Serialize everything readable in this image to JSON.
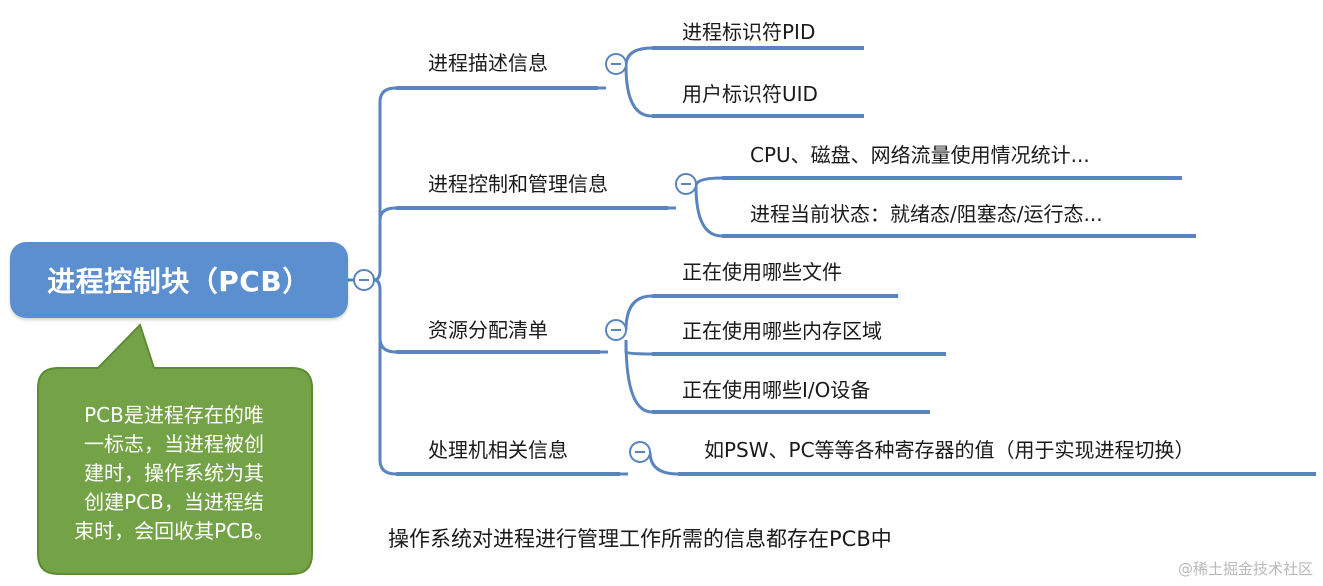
{
  "root": {
    "label": "进程控制块（PCB）"
  },
  "callout": {
    "text": "PCB是进程存在的唯\n一标志，当进程被创\n建时，操作系统为其\n创建PCB，当进程结\n束时，会回收其PCB。"
  },
  "branches": [
    {
      "label": "进程描述信息",
      "children": [
        "进程标识符PID",
        "用户标识符UID"
      ]
    },
    {
      "label": "进程控制和管理信息",
      "children": [
        "CPU、磁盘、网络流量使用情况统计...",
        "进程当前状态：就绪态/阻塞态/运行态..."
      ]
    },
    {
      "label": "资源分配清单",
      "children": [
        "正在使用哪些文件",
        "正在使用哪些内存区域",
        "正在使用哪些I/O设备"
      ]
    },
    {
      "label": "处理机相关信息",
      "children": [
        "如PSW、PC等等各种寄存器的值（用于实现进程切换）"
      ]
    }
  ],
  "note": {
    "text": "操作系统对进程进行管理工作所需的信息都存在PCB中"
  },
  "watermark": {
    "text": "@稀土掘金技术社区"
  },
  "colors": {
    "root_fill": "#5b8fd0",
    "connector": "#5a84bd",
    "callout_fill": "#73a346",
    "callout_border": "#5e8a36"
  },
  "icons": {
    "collapse": "collapse-minus-icon"
  }
}
